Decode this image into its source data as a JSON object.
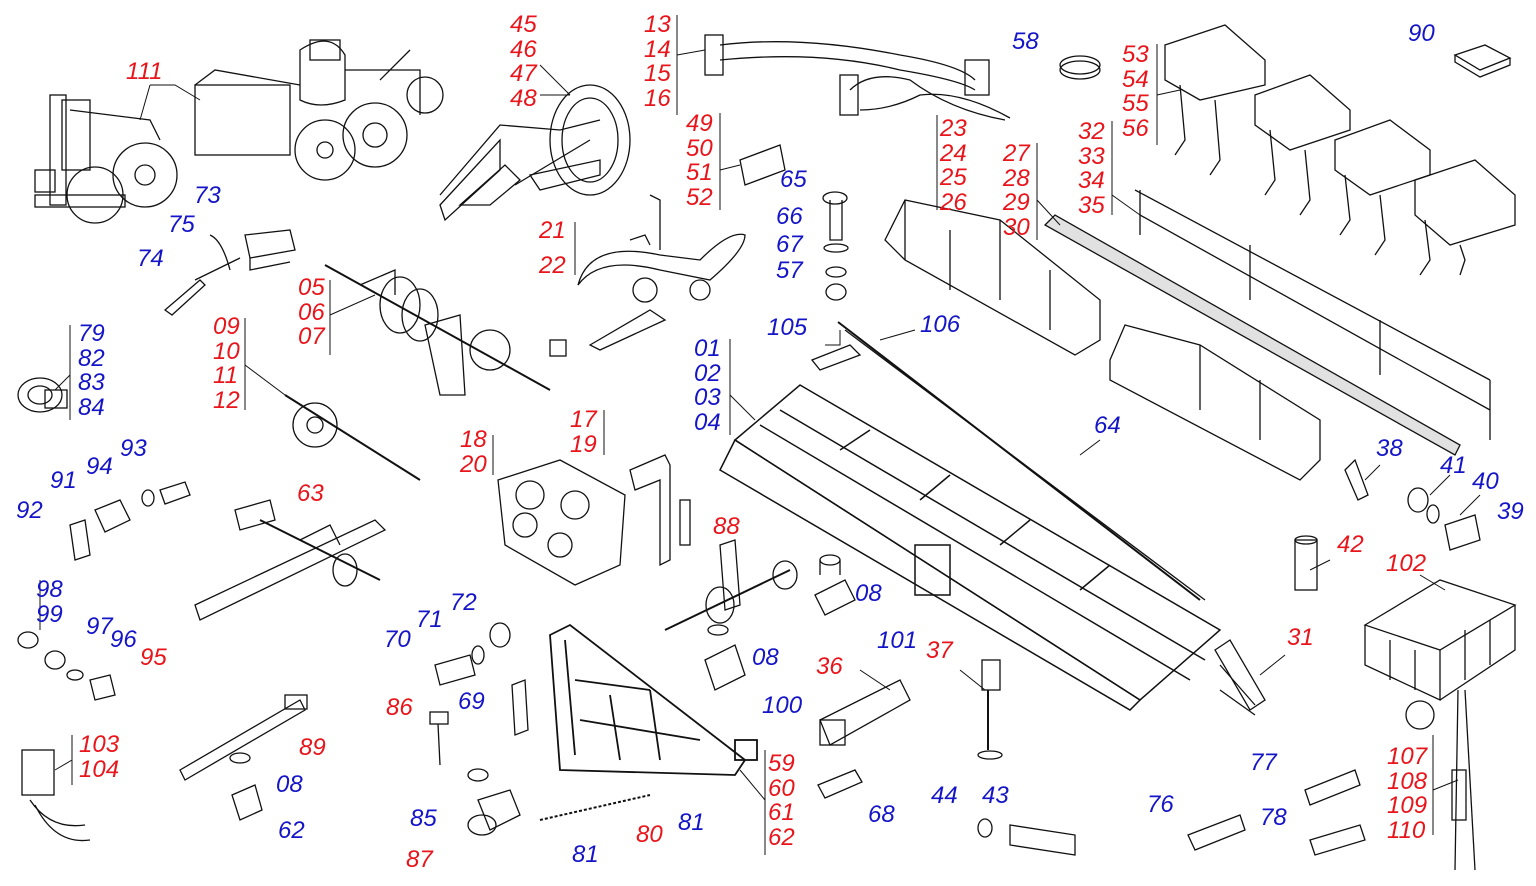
{
  "colors": {
    "red": "#e8151b",
    "blue": "#1515c8",
    "line": "#111111",
    "part": "#222222"
  },
  "labels": {
    "111": "111",
    "45-48": [
      "45",
      "46",
      "47",
      "48"
    ],
    "13-16": [
      "13",
      "14",
      "15",
      "16"
    ],
    "58": "58",
    "53-56": [
      "53",
      "54",
      "55",
      "56"
    ],
    "90": "90",
    "73": "73",
    "75": "75",
    "74": "74",
    "49-52": [
      "49",
      "50",
      "51",
      "52"
    ],
    "21": "21",
    "22": "22",
    "65": "65",
    "66": "66",
    "67": "67",
    "57": "57",
    "23-26": [
      "23",
      "24",
      "25",
      "26"
    ],
    "27-30": [
      "27",
      "28",
      "29",
      "30"
    ],
    "32-35": [
      "32",
      "33",
      "34",
      "35"
    ],
    "05-07": [
      "05",
      "06",
      "07"
    ],
    "09-12": [
      "09",
      "10",
      "11",
      "12"
    ],
    "79-84": [
      "79",
      "82",
      "83",
      "84"
    ],
    "105": "105",
    "106": "106",
    "01-04": [
      "01",
      "02",
      "03",
      "04"
    ],
    "64": "64",
    "93": "93",
    "94": "94",
    "91": "91",
    "92": "92",
    "18-20": [
      "18",
      "20"
    ],
    "17-19": [
      "17",
      "19"
    ],
    "63": "63",
    "38": "38",
    "41": "41",
    "40": "40",
    "39": "39",
    "88": "88",
    "08a": "08",
    "08b": "08",
    "08c": "08",
    "42": "42",
    "102": "102",
    "98-99": [
      "98",
      "99"
    ],
    "97": "97",
    "96": "96",
    "95": "95",
    "72": "72",
    "71": "71",
    "70": "70",
    "101": "101",
    "37": "37",
    "31": "31",
    "36": "36",
    "100": "100",
    "69": "69",
    "86": "86",
    "89": "89",
    "103-104": [
      "103",
      "104"
    ],
    "107-110": [
      "107",
      "108",
      "109",
      "110"
    ],
    "59-62": [
      "59",
      "60",
      "61",
      "62"
    ],
    "77": "77",
    "76": "76",
    "78": "78",
    "44": "44",
    "43": "43",
    "68": "68",
    "62": "62",
    "85": "85",
    "87": "87",
    "80": "80",
    "81a": "81",
    "81b": "81"
  }
}
